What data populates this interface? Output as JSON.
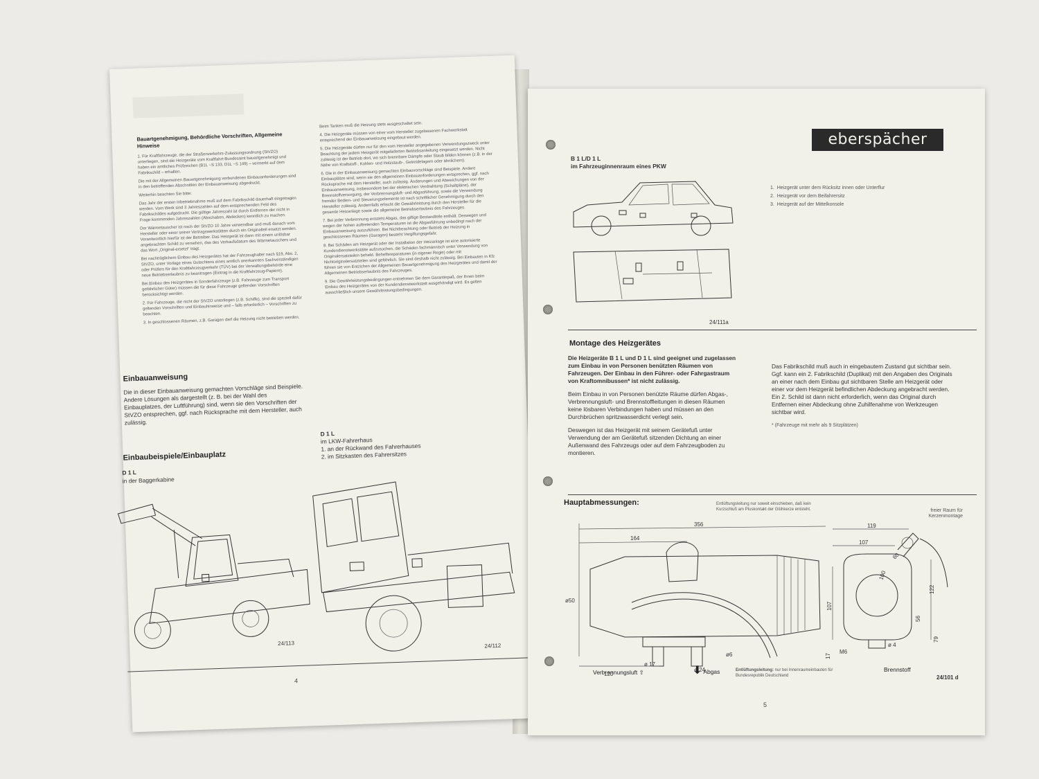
{
  "left_page": {
    "approval": {
      "heading": "Bauartgenehmigung, Behördliche Vorschriften, Allgemeine Hinweise",
      "col1_paras": [
        "1. Für Kraftfahrzeuge, die der Straßenverkehrs-Zulassungsordnung (StVZO) unterliegen, sind die Heizgeräte vom Kraftfahrt-Bundesamt bauartgenehmigt und haben ein amtliches Prüfzeichen (B1L ~S 133, D1L ~S 149) – vermerkt auf dem Fabrikschild – erhalten.",
        "Die mit der Allgemeinen Bauartgenehmigung verbundenen Einbauanforderungen sind in den betreffenden Abschnitten der Einbauanweisung abgedruckt.",
        "Weiterhin beachten Sie bitte:",
        "Das Jahr der ersten Inbetriebnahme muß auf dem Fabrikschild dauerhaft eingetragen werden. Vom Werk sind 3 Jahreszahlen auf dem entsprechenden Feld des Fabrikschildes aufgedruckt. Die gültige Jahreszahl ist durch Entfernen der nicht in Frage kommenden Jahreszahlen (Abschaben, Abdecken) kenntlich zu machen.",
        "Der Wärmetauscher ist nach der StVZO 10 Jahre verwendbar und muß danach vom Hersteller oder einer seiner Vertragswerkstätten durch ein Originalteil ersetzt werden. Verantwortlich hierfür ist der Betreiber. Das Heizgerät ist dann mit einem unlösbar angebrachten Schild zu versehen, das des Verkaufsdatum des Wärmetauschers und das Wort „Original-ersetzt“ trägt.",
        "Bei nachträglichem Einbau des Heizgerätes hat der Fahrzeughalter nach §19, Abs. 2, StVZO, unter Vorlage eines Gutachtens eines amtlich anerkannten Sachverständigen oder Prüfers für den Kraftfahrzeugverkehr (TÜV) bei der Verwaltungsbehörde eine neue Betriebserlaubnis zu beantragen (Eintrag in die Kraftfahrzeug-Papiere).",
        "Bei Einbau des Heizgerätes in Sonderfahrzeuge (z.B. Fahrzeuge zum Transport gefährlicher Güter) müssen die für diese Fahrzeuge geltenden Vorschriften berücksichtigt werden.",
        "2. Für Fahrzeuge, die nicht der StVZO unterliegen (z.B. Schiffe), sind die speziell dafür geltenden Vorschriften und Einbauhinweise und – falls erforderlich – Vorschriften zu beachten.",
        "3. In geschlossenen Räumen, z.B. Garagen darf die Heizung nicht betrieben werden."
      ],
      "col2_paras": [
        "Beim Tanken muß die Heizung stets ausgeschaltet sein.",
        "4. Die Heizgeräte müssen von einer vom Hersteller zugelassenen Fachwerkstatt entsprechend der Einbauanweisung eingebaut werden.",
        "5. Die Heizgeräte dürfen nur für den vom Hersteller angegebenen Verwendungszweck unter Beachtung der jedem Heizgerät mitgelieferten Betriebsanleitung eingesetzt werden. Nicht zulässig ist der Betrieb dort, wo sich brennbare Dämpfe oder Staub bilden können (z.B. in der Nähe von Kraftstoff-, Kohlen- und Holzstaub-, Getreidelagern oder ähnlichem).",
        "6. Die in der Einbauanweisung gemachten Einbauvorschläge sind Beispiele. Andere Einbauplätze sind, wenn sie den allgemeinen Einbauanforderungen entsprechen, ggf. nach Rücksprache mit dem Hersteller, auch zulässig. Änderungen und Abweichungen von der Einbauanweisung, insbesondere bei der elektrischen Verdrahtung (Schaltpläne), der Brennstoffversorgung, der Verbrennungsluft- und Abgasführung, sowie die Verwendung fremder Bedien- und Steuerungselemente ist nach schriftlicher Genehmigung durch den Hersteller zulässig. Andernfalls erlischt die Gewährleistung durch den Hersteller für die gesamte Heizanlage sowie die allgemeine Betriebserlaubnis des Fahrzeuges.",
        "7. Bei jeder Verbrennung entsteht Abgas, das giftige Bestandteile enthält. Deswegen und wegen der hohen auftretenden Temperaturen ist die Abgasführung unbedingt nach der Einbauanweisung auszuführen. Bei Nichtbeachtung oder Betrieb der Heizung in geschlossenen Räumen (Garagen) besteht Vergiftungsgefahr.",
        "8. Bei Schäden am Heizgerät oder der Installation der Heizanlage ist eine autorisierte Kundendienstwerkstätte aufzusuchen, die Schäden fachmännisch unter Verwendung von Originalersatzteilen behebt. Behelfsreparaturen (in eigener Regie) oder mit Nichtoriginalersatzteilen sind gefährlich. Sie sind deshalb nicht zulässig. Bei Einbauten in Kfz führen sie von Entzichen der Allgemeinen Bauartgenehmigung des Heizgerätes und damit der Allgemeinen Betriebserlaubnis des Fahrzeuges.",
        "9. Die Gewährleistungsbedingungen entnehmen Sie dem Garantiepaß, der Ihnen beim Einbau des Heizgerätes von der Kundendienstwerkstatt ausgehändigt wird. Es gelten ausschließlich unsere Gewährleistungsbedingungen."
      ]
    },
    "instructions": {
      "heading": "Einbauanweisung",
      "text": "Die in dieser Einbauanweisung gemachten Vorschläge sind Beispiele. Andere Lösungen als dargestellt (z. B. bei der Wahl des Einbauplatzes, der Luftführung) sind, wenn sie den Vorschriften der StVZO entsprechen, ggf. nach Rücksprache mit dem Hersteller, auch zulässig."
    },
    "examples_heading": "Einbaubeispiele/Einbauplatz",
    "excavator": {
      "model": "D 1 L",
      "location": "in der Baggerkabine",
      "fig": "24/113"
    },
    "truck": {
      "model": "D 1 L",
      "location": "im LKW-Fahrerhaus",
      "items": [
        "an der Rückwand des Fahrerhauses",
        "im Sitzkasten des Fahrersitzes"
      ],
      "fig": "24/112"
    },
    "page_number": "4"
  },
  "right_page": {
    "brand": "eberspächer",
    "car": {
      "model": "B 1 L/D 1 L",
      "location": "im Fahrzeuginnenraum eines PKW",
      "items": [
        "Heizgerät unter dem Rücksitz innen oder Unterflur",
        "Heizgerät vor dem Beifahrersitz",
        "Heizgerät auf der Mittelkonsole"
      ],
      "fig": "24/111a"
    },
    "mounting": {
      "heading": "Montage des Heizgerätes",
      "p1": "Die Heizgeräte B 1 L und D 1 L sind geeignet und zugelassen zum Einbau in von Personen benützten Räumen von Fahrzeugen. Der Einbau in den Führer- oder Fahrgastraum von Kraftomnibussen* ist nicht zulässig.",
      "p2": "Beim Einbau in von Personen benützte Räume dürfen Abgas-, Verbrennungsluft- und Brennstoffleitungen in diesen Räumen keine lösbaren Verbindungen haben und müssen an den Durchbrüchen spritzwasserdicht verlegt sein.",
      "p3": "Deswegen ist das Heizgerät mit seinem Gerätefuß unter Verwendung der am Gerätefuß sitzenden Dichtung an einer Außenwand des Fahrzeugs oder auf dem Fahrzeugboden zu montieren.",
      "p4": "Das Fabrikschild muß auch in eingebautem Zustand gut sichtbar sein. Ggf. kann ein 2. Fabrikschild (Duplikat) mit den Angaben des Originals an einer nach dem Einbau gut sichtbaren Stelle am Heizgerät oder einer vor dem Heizgerät befindlichen Abdeckung angebracht werden. Ein 2. Schild ist dann nicht erforderlich, wenn das Original durch Entfernen einer Abdeckung ohne Zuhilfenahme von Werkzeugen sichtbar wird.",
      "footnote": "* (Fahrzeuge mit mehr als 9 Sitzplätzen)"
    },
    "dimensions": {
      "heading": "Hauptabmessungen:",
      "vent_note": "Entlüftungsleitung nur soweit einschieben, daß kein Kurzschluß am Pluskontakt der Glühkerze entsteht.",
      "space_note": "freier Raum für Kerzenmontage",
      "labels": {
        "d356": "356",
        "d164": "164",
        "d50": "ø50",
        "d120": "120",
        "d17a": "ø 17",
        "d24": "ø 24",
        "d6": "ø6",
        "d119": "119",
        "d107": "107",
        "d60": "60",
        "d100": "100",
        "d107v": "107",
        "d122": "122",
        "d56": "56",
        "d79": "79",
        "d17": "17",
        "m6": "M6",
        "d4": "ø 4"
      },
      "combustion_air": "Verbrennungsluft",
      "exhaust": "Abgas",
      "vent_line_label": "Entlüftungsleitung:",
      "vent_line_text": "nur bei Innenraumeinbauten für Bundesrepublik Deutschland",
      "fuel": "Brennstoff",
      "fig": "24/101 d"
    },
    "page_number": "5"
  }
}
